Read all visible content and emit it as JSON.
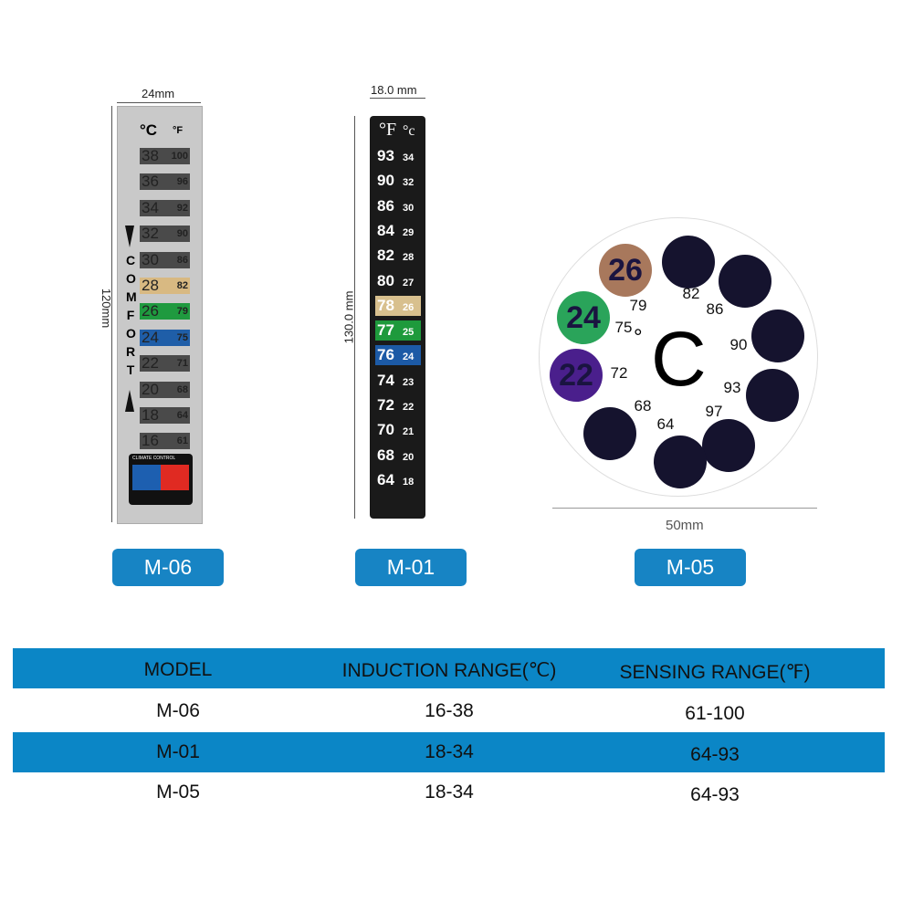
{
  "m06": {
    "width_label": "24mm",
    "height_label": "120mm",
    "unit_c": "°C",
    "unit_f": "°F",
    "comfort": [
      "C",
      "O",
      "M",
      "F",
      "O",
      "R",
      "T"
    ],
    "climate_label": "CLIMATE CONTROL",
    "rows": [
      {
        "c": "38",
        "f": "100"
      },
      {
        "c": "36",
        "f": "96"
      },
      {
        "c": "34",
        "f": "92"
      },
      {
        "c": "32",
        "f": "90"
      },
      {
        "c": "30",
        "f": "86"
      },
      {
        "c": "28",
        "f": "82",
        "color": "#d8b982"
      },
      {
        "c": "26",
        "f": "79",
        "color": "#1f9a3f"
      },
      {
        "c": "24",
        "f": "75",
        "color": "#1f5ea8"
      },
      {
        "c": "22",
        "f": "71"
      },
      {
        "c": "20",
        "f": "68"
      },
      {
        "c": "18",
        "f": "64"
      },
      {
        "c": "16",
        "f": "61"
      }
    ]
  },
  "m01": {
    "width_label": "18.0 mm",
    "height_label": "130.0 mm",
    "unit_f": "°F",
    "unit_c": "°c",
    "rows": [
      {
        "f": "93",
        "c": "34"
      },
      {
        "f": "90",
        "c": "32"
      },
      {
        "f": "86",
        "c": "30"
      },
      {
        "f": "84",
        "c": "29"
      },
      {
        "f": "82",
        "c": "28"
      },
      {
        "f": "80",
        "c": "27"
      },
      {
        "f": "78",
        "c": "26",
        "color": "#d8c08e"
      },
      {
        "f": "77",
        "c": "25",
        "color": "#1e9a3c"
      },
      {
        "f": "76",
        "c": "24",
        "color": "#1c5aa6"
      },
      {
        "f": "74",
        "c": "23"
      },
      {
        "f": "72",
        "c": "22"
      },
      {
        "f": "70",
        "c": "21"
      },
      {
        "f": "68",
        "c": "20"
      },
      {
        "f": "64",
        "c": "18"
      }
    ]
  },
  "m05": {
    "width_label": "50mm",
    "unit": "C",
    "degree": "°",
    "active_dots": [
      {
        "label": "26",
        "color": "#a8785c"
      },
      {
        "label": "24",
        "color": "#2aa45a"
      },
      {
        "label": "22",
        "color": "#4a1f8c"
      }
    ],
    "numbers": [
      "79",
      "82",
      "86",
      "90",
      "93",
      "97",
      "64",
      "68",
      "72",
      "75"
    ]
  },
  "models": {
    "m06": "M-06",
    "m01": "M-01",
    "m05": "M-05"
  },
  "table": {
    "headers": [
      "MODEL",
      "INDUCTION RANGE(℃)",
      "SENSING RANGE(℉)"
    ],
    "rows": [
      [
        "M-06",
        "16-38",
        "61-100"
      ],
      [
        "M-01",
        "18-34",
        "64-93"
      ],
      [
        "M-05",
        "18-34",
        "64-93"
      ]
    ],
    "band_color": "#0b86c6"
  }
}
